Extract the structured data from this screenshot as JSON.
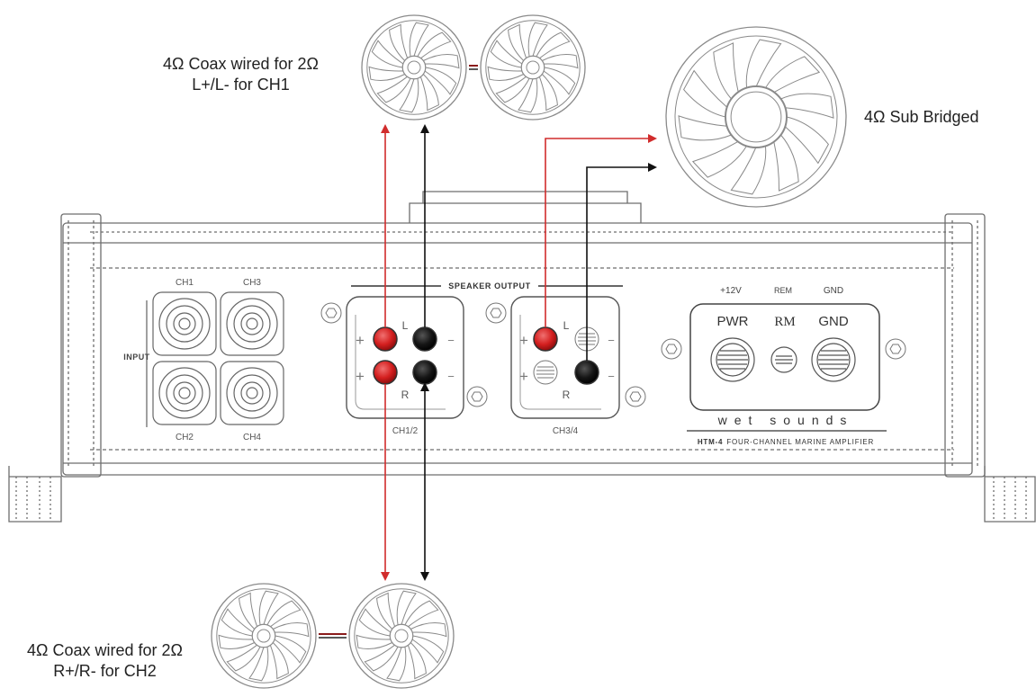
{
  "labels": {
    "ch1_callout_line1": "4Ω Coax wired for 2Ω",
    "ch1_callout_line2": "L+/L- for CH1",
    "sub_callout": "4Ω Sub Bridged",
    "ch2_callout_line1": "4Ω Coax wired for 2Ω",
    "ch2_callout_line2": "R+/R- for CH2"
  },
  "amplifier": {
    "input_label": "INPUT",
    "input_channels": [
      "CH1",
      "CH3",
      "CH2",
      "CH4"
    ],
    "speaker_output_label": "SPEAKER OUTPUT",
    "group_ch12_label": "CH1/2",
    "group_ch34_label": "CH3/4",
    "left_mark": "L",
    "right_mark": "R",
    "plus_mark": "+",
    "minus_mark": "−",
    "power_top_labels": [
      "+12V",
      "REM",
      "GND"
    ],
    "power_terminal_labels": [
      "PWR",
      "RM",
      "GND"
    ],
    "brand": "wet sounds",
    "model": "HTM-4",
    "model_description": "FOUR-CHANNEL MARINE AMPLIFIER"
  },
  "colors": {
    "positive_wire": "#d12c2c",
    "negative_wire": "#111111",
    "outline": "#6e6e6e",
    "speaker_line": "#8a8a8a"
  }
}
